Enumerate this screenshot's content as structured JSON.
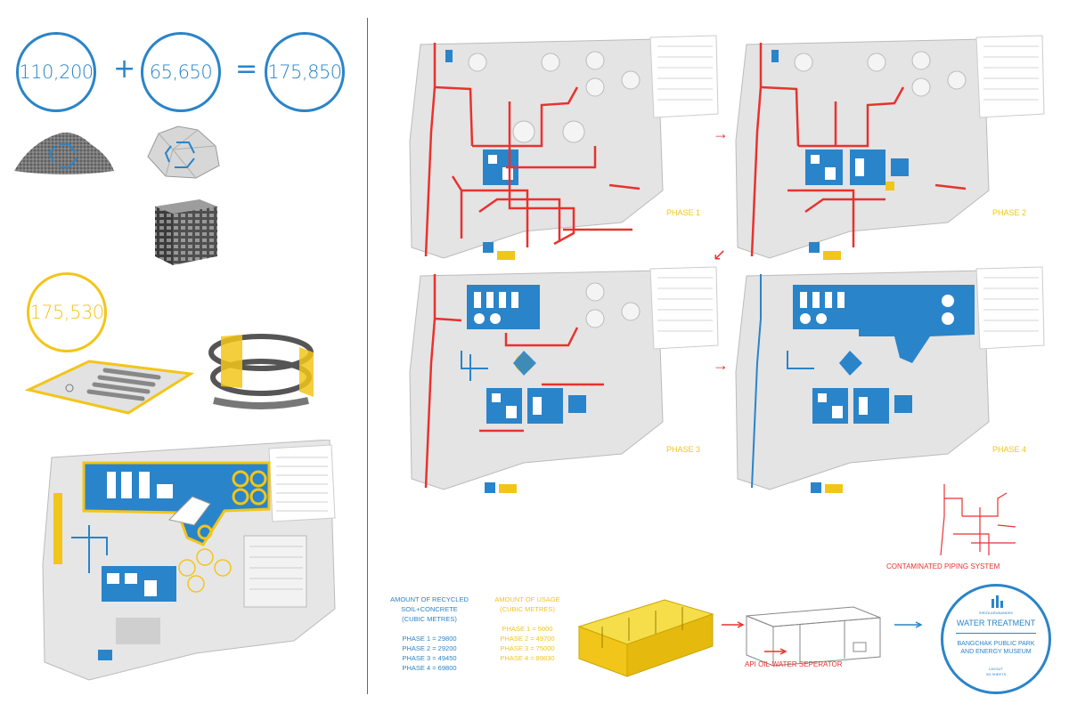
{
  "equation": {
    "a": "110,200",
    "op1": "+",
    "b": "65,650",
    "op2": "=",
    "result": "175,850"
  },
  "usage_total": "175,530",
  "phase_stamps": [
    "PHASE 1",
    "PHASE 2",
    "PHASE 3",
    "PHASE 4"
  ],
  "piping_label": "CONTAMINATED PIPING SYSTEM",
  "recycled": {
    "title": "AMOUNT OF RECYCLED SOIL+CONCRETE",
    "unit": "(CUBIC METRES)",
    "rows": [
      "PHASE 1 = 29800",
      "PHASE 2 = 29200",
      "PHASE 3 = 49450",
      "PHASE 4 = 69800"
    ]
  },
  "usage": {
    "title": "AMOUNT OF USAGE",
    "unit": "(CUBIC METRES)",
    "rows": [
      "PHASE 1 = 5000",
      "PHASE 2 = 49700",
      "PHASE 3 = 75000",
      "PHASE 4 = 89830"
    ]
  },
  "separator_label": "API OIL-WATER SEPERATOR",
  "badge": {
    "logo": "SIRITA ARUNANDEK",
    "title": "WATER TREATMENT",
    "subtitle": "BANGCHAK PUBLIC PARK AND ENERGY MUSEUM",
    "foot1": "LAYOUT",
    "foot2": "3/3 SHEETS"
  },
  "colors": {
    "blue": "#2a84c9",
    "yellow": "#f2c51a",
    "red": "#e8322f",
    "grey": "#d9d9d9"
  }
}
